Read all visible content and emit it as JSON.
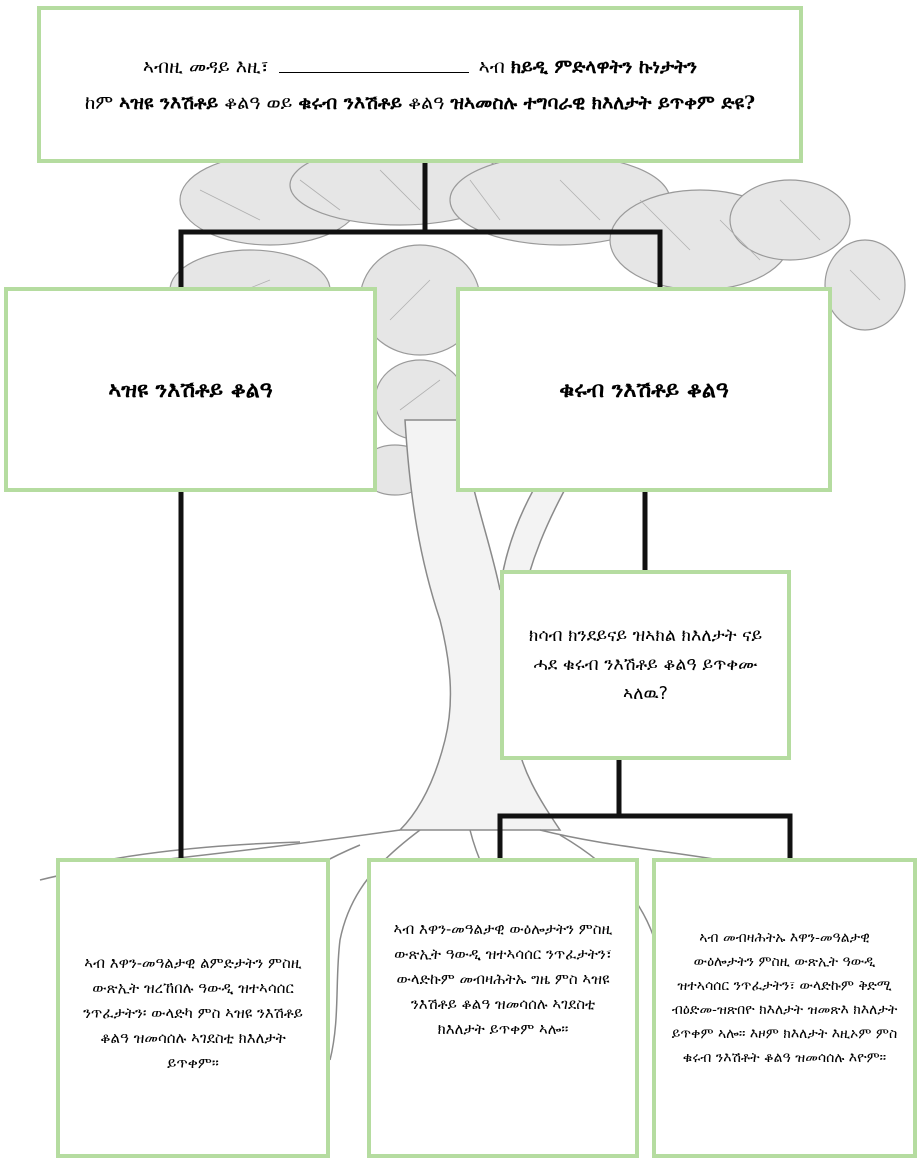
{
  "question": {
    "part1": "ኣብዚ መዳይ እዚ፣",
    "part2": "ኣብ",
    "part3": "ክይዲ ምድላዋትን ኩነታትን",
    "part4": "ከም",
    "part5": "ኣዝዩ ንእሽቶይ",
    "part6": "ቆልዓ ወይ",
    "part7": "ቁሩብ ንእሽቶይ",
    "part8": "ቆልዓ",
    "part9": "ዝኣመስሉ ተግባራዊ ክእለታት ይጥቀም ድዩ?"
  },
  "categories": {
    "left": "ኣዝዩ ንእሽቶይ ቆልዓ",
    "right": "ቁሩብ ንእሽቶይ ቆልዓ"
  },
  "middle_question": "ክሳብ ክንደይናይ ዝኣክል ክእለታት ናይ ሓደ ቁሩብ ንእሽቶይ ቆልዓ ይጥቀሙ ኣለዉ?",
  "answers": [
    "ኣብ እዋን-መዓልታዊ ልምድታትን ምስዚ ውጽኢት ዝረኸበሉ ዓውዲ ዝተኣሳሰር ንጥፈታትን፡ ውላድካ ምስ ኣዝዩ ንእሽቶይ ቆልዓ ዝመሳሰሉ ኣገደስቲ ክእለታት ይጥቀም።",
    "ኣብ እዋን-መዓልታዊ ውዕሎታትን ምስዚ ውጽኢት ዓውዲ ዝተኣሳሰር ንጥፈታትን፣ ውላድኩም መብዛሕትኡ ግዜ ምስ ኣዝዩ ንእሽቶይ ቆልዓ ዝመሳሰሉ ኣገደስቲ ክእለታት ይጥቀም ኣሎ።",
    "ኣብ መብዛሕትኡ እዋን-መዓልታዊ ውዕሎታትን ምስዚ ውጽኢት ዓውዲ ዝተኣሳሰር ንጥፈታትን፣ ውላድኩም ቅድሚ ብዕድመ-ዝጽበዮ ክእለታት ዝመጽእ ክእለታት ይጥቀም ኣሎ። እዞም ክእለታት እዚኦም ምስ ቁሩብ ንእሽቶት ቆልዓ ዝመሳሰሉ እዮም።"
  ],
  "colors": {
    "box_border": "#b5dca0",
    "connector": "#111111",
    "tree_sketch": "#8a8a8a"
  }
}
